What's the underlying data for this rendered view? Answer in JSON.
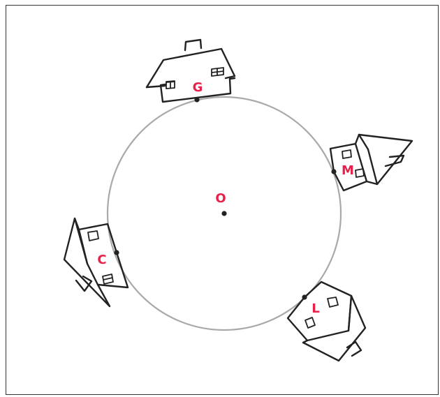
{
  "diagram": {
    "center_label": "O",
    "houses": [
      {
        "id": "g",
        "label": "G",
        "angle_deg": 265
      },
      {
        "id": "m",
        "label": "M",
        "angle_deg": 348
      },
      {
        "id": "l",
        "label": "L",
        "angle_deg": 60
      },
      {
        "id": "c",
        "label": "C",
        "angle_deg": 160
      }
    ],
    "colors": {
      "label": "#e8204a",
      "circle": "#a9a9a9",
      "ink": "#222222"
    }
  }
}
